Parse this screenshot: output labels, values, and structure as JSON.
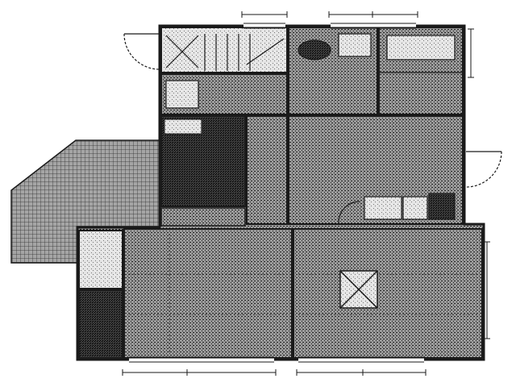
{
  "diagram": {
    "kind": "floor-plan",
    "style": "halftone scanned line drawing",
    "colors": {
      "ink": "#1a1a1a",
      "paper": "#ffffff",
      "room_fill": "#8a8a8a",
      "dark_fill": "#3a3a3a",
      "light_fill": "#d8d8d8"
    },
    "rooms": [
      {
        "id": "stair-hall",
        "tone": "light"
      },
      {
        "id": "washroom",
        "tone": "medium"
      },
      {
        "id": "bath",
        "tone": "light"
      },
      {
        "id": "toilet",
        "tone": "medium"
      },
      {
        "id": "storage",
        "tone": "dark"
      },
      {
        "id": "corridor",
        "tone": "medium"
      },
      {
        "id": "kitchen",
        "tone": "medium"
      },
      {
        "id": "entrance",
        "tone": "light"
      },
      {
        "id": "living-left",
        "tone": "medium"
      },
      {
        "id": "living-right",
        "tone": "medium"
      },
      {
        "id": "balcony",
        "tone": "medium"
      }
    ],
    "doors": [
      {
        "id": "door-top-left"
      },
      {
        "id": "door-right"
      }
    ],
    "fixtures": [
      {
        "id": "bathtub"
      },
      {
        "id": "washbasin"
      },
      {
        "id": "sink"
      },
      {
        "id": "stove"
      },
      {
        "id": "ceiling-x-mark"
      }
    ]
  }
}
